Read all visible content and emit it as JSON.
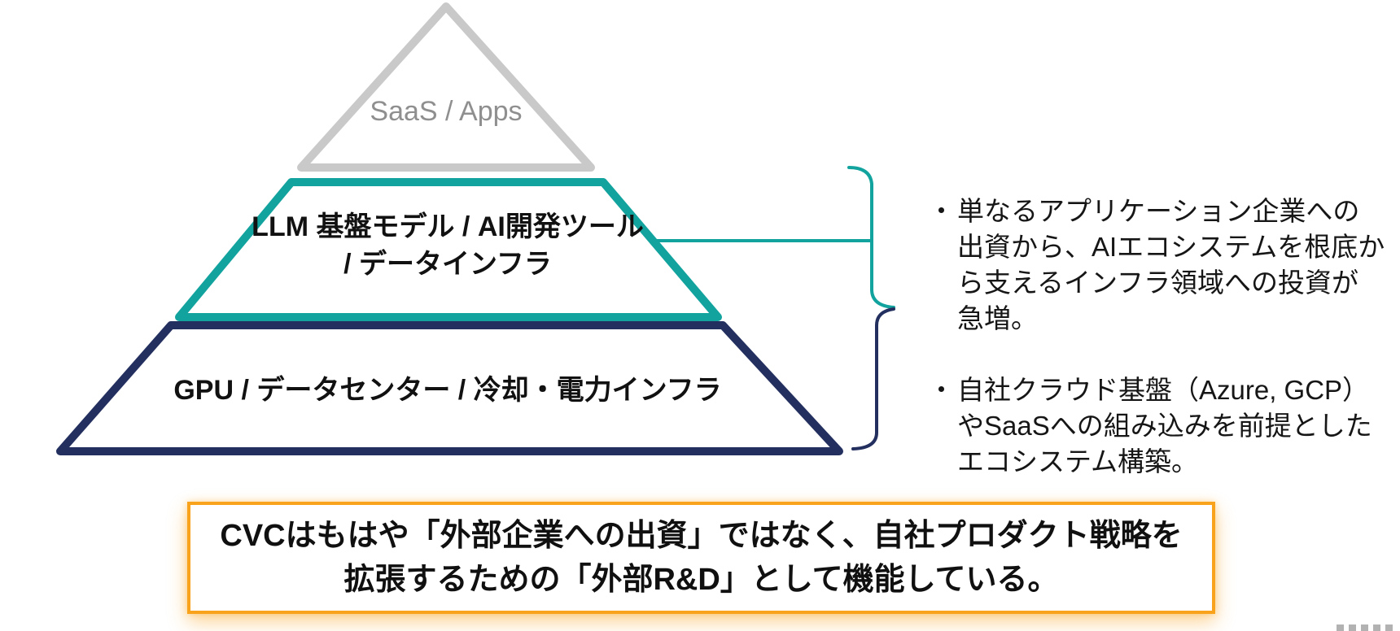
{
  "pyramid": {
    "top": {
      "label": "SaaS / Apps",
      "stroke_color": "#C9C9C9",
      "text_color": "#8F8F8F"
    },
    "middle": {
      "label": "LLM 基盤モデル / AI開発ツール\n/ データインフラ",
      "stroke_color": "#12A39E"
    },
    "bottom": {
      "label": "GPU / データセンター / 冷却・電力インフラ",
      "stroke_color": "#232F5E"
    }
  },
  "brace": {
    "top_color": "#12A39E",
    "bottom_color": "#232F5E"
  },
  "annotations": {
    "bullets": [
      {
        "marker": "・",
        "text": "単なるアプリケーション企業への\n出資から、AIエコシステムを根底か\nら支えるインフラ領域への投資が\n急増。"
      },
      {
        "marker": "・",
        "text": "自社クラウド基盤（Azure, GCP）\nやSaaSへの組み込みを前提とした\nエコシステム構築。"
      }
    ]
  },
  "callout": {
    "text": "CVCはもはや「外部企業への出資」ではなく、自社プロダクト戦略を\n拡張するための「外部R&D」として機能している。",
    "border_color": "#F9A21B"
  }
}
